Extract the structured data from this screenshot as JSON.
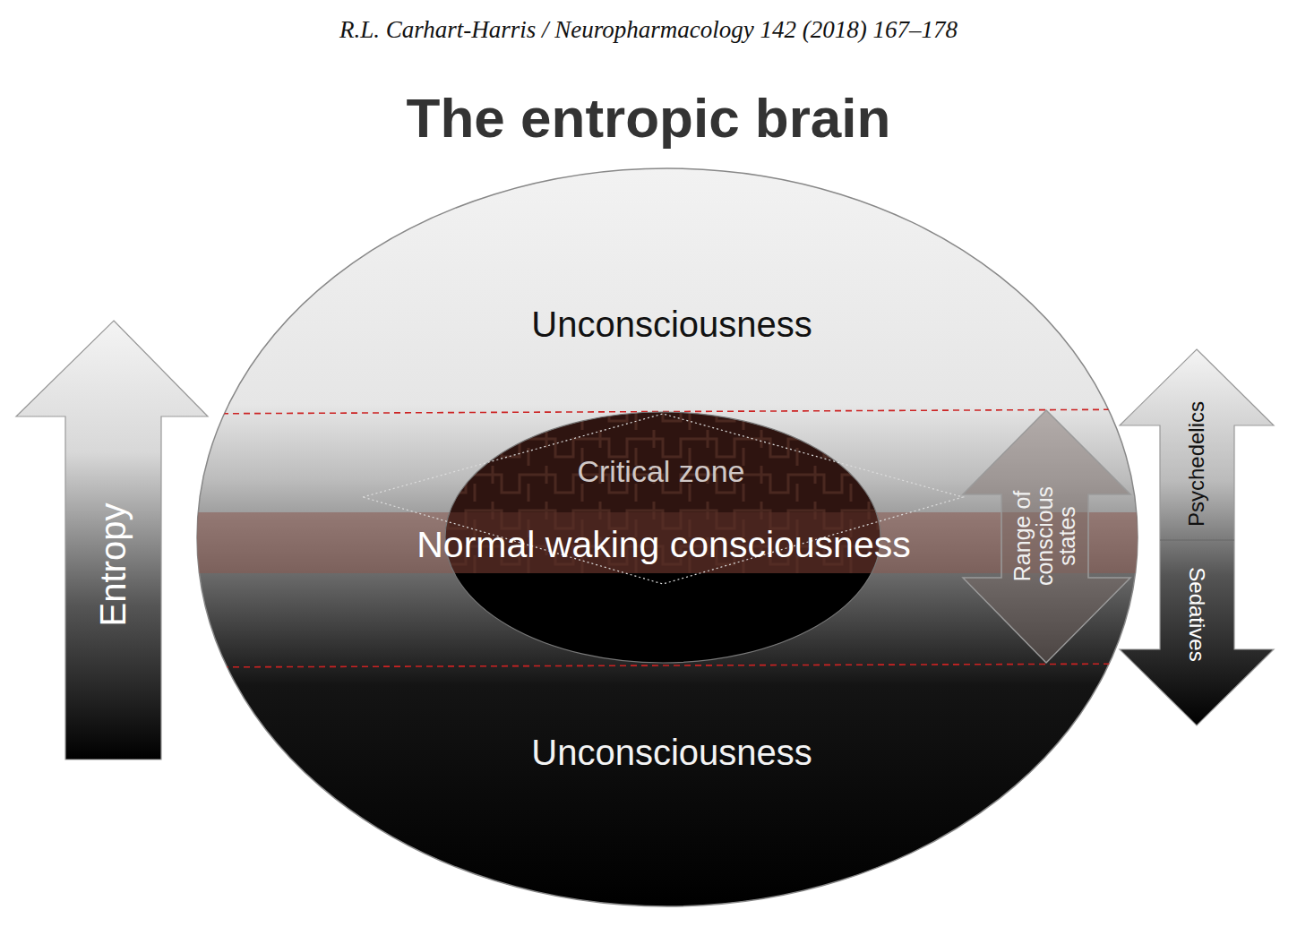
{
  "diagram": {
    "title": "The entropic brain",
    "nodes": [
      {
        "text": [
          "Unconsciousness",
          "Unconsciousness"
        ]
      },
      {
        "text": [
          "Critical zone"
        ],
        "in": 0
      },
      {
        "text": [
          "Normal waking consciousness"
        ],
        "in": 0
      },
      {
        "text": [
          "Range of conscious states"
        ],
        "in": 0
      },
      {
        "text": [
          "Entropy"
        ]
      },
      {
        "text": [
          "Psychedelics",
          "Sedatives"
        ]
      }
    ],
    "labels": [
      "R.L. Carhart-Harris / Neuropharmacology 142 (2018) 167–178"
    ]
  }
}
